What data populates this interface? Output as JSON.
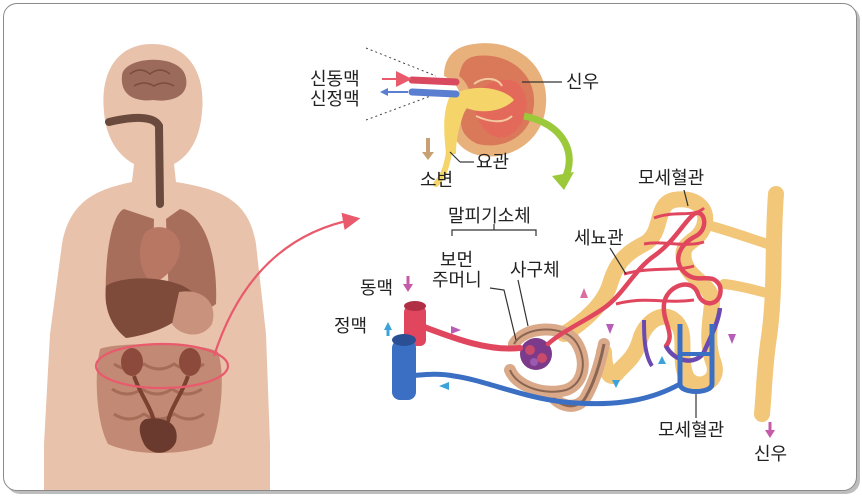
{
  "labels": {
    "renal_artery": "신동맥",
    "renal_vein": "신정맥",
    "renal_pelvis_top": "신우",
    "ureter": "요관",
    "urine": "소변",
    "capillary_top": "모세혈관",
    "malpighian_body": "말피기소체",
    "renal_tubule": "세뇨관",
    "bowman_line1": "보먼",
    "bowman_line2": "주머니",
    "glomerulus": "사구체",
    "artery": "동맥",
    "vein": "정맥",
    "capillary_bottom": "모세혈관",
    "renal_pelvis_bottom": "신우"
  },
  "colors": {
    "artery": "#e0475f",
    "vein": "#3b6fc4",
    "tubule": "#f2c77a",
    "kidney": "#d9795a",
    "body": "#e8c2ab",
    "organ": "#8c5a4a",
    "arrow_pointer": "#e85a6c",
    "collecting": "#9bc93a"
  }
}
